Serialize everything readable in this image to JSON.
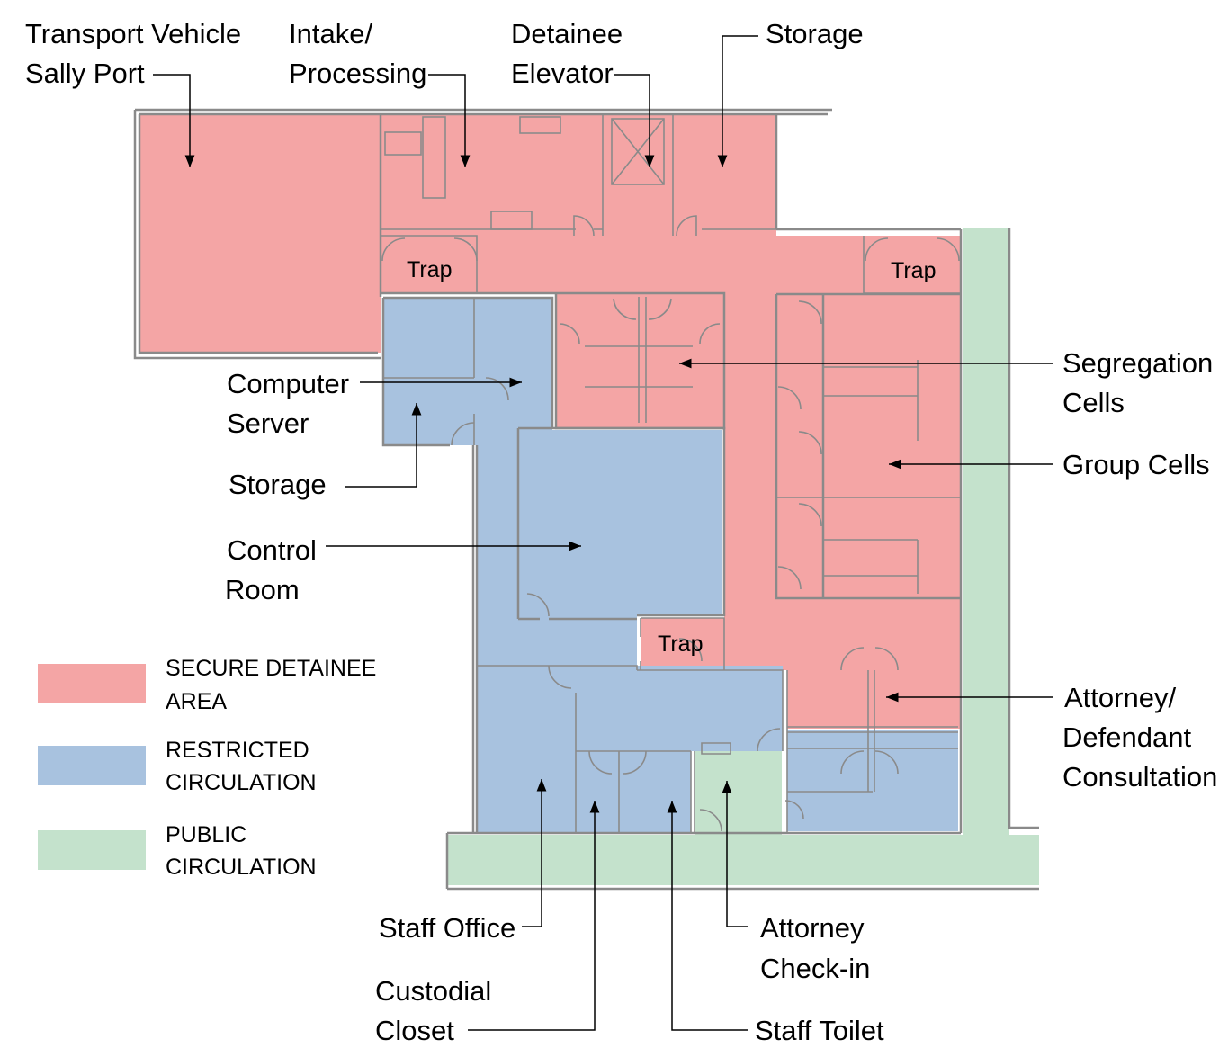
{
  "colors": {
    "secure": "#f4a5a5",
    "restricted": "#a8c2df",
    "public": "#c4e2cc",
    "wall": "#8a8a8a"
  },
  "legend": [
    {
      "key": "secure",
      "line1": "SECURE DETAINEE",
      "line2": "AREA"
    },
    {
      "key": "restricted",
      "line1": "RESTRICTED",
      "line2": "CIRCULATION"
    },
    {
      "key": "public",
      "line1": "PUBLIC",
      "line2": "CIRCULATION"
    }
  ],
  "labels": {
    "sally_port": {
      "line1": "Transport Vehicle",
      "line2": "Sally Port"
    },
    "intake": {
      "line1": "Intake/",
      "line2": "Processing"
    },
    "elevator": {
      "line1": "Detainee",
      "line2": "Elevator"
    },
    "storage_top": {
      "line1": "Storage"
    },
    "segregation": {
      "line1": "Segregation",
      "line2": "Cells"
    },
    "group_cells": {
      "line1": "Group Cells"
    },
    "attorney_consult": {
      "line1": "Attorney/",
      "line2": "Defendant",
      "line3": "Consultation"
    },
    "computer_server": {
      "line1": "Computer",
      "line2": "Server"
    },
    "storage_left": {
      "line1": "Storage"
    },
    "control_room": {
      "line1": "Control",
      "line2": "Room"
    },
    "staff_office": {
      "line1": "Staff Office"
    },
    "custodial": {
      "line1": "Custodial",
      "line2": "Closet"
    },
    "attorney_checkin": {
      "line1": "Attorney",
      "line2": "Check-in"
    },
    "staff_toilet": {
      "line1": "Staff Toilet"
    }
  },
  "traps": [
    "Trap",
    "Trap",
    "Trap"
  ]
}
